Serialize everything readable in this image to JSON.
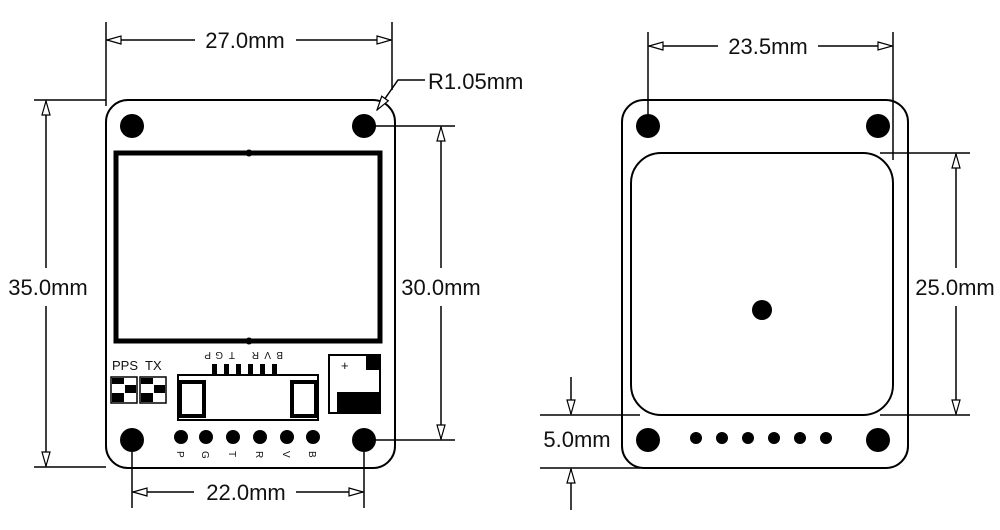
{
  "front_view": {
    "width_label": "27.0mm",
    "radius_label": "R1.05mm",
    "height_label": "35.0mm",
    "hole_vertical_label": "30.0mm",
    "hole_horizontal_label": "22.0mm",
    "switch_labels": [
      "PPS",
      "TX"
    ],
    "bottom_pins": [
      "P",
      "G",
      "T",
      "R",
      "V",
      "B"
    ],
    "top_pins": [
      "P",
      "G",
      "T",
      "R",
      "V",
      "B"
    ],
    "battery_plus": "+"
  },
  "back_view": {
    "hole_width_label": "23.5mm",
    "antenna_height_label": "25.0mm",
    "bottom_offset_label": "5.0mm"
  }
}
